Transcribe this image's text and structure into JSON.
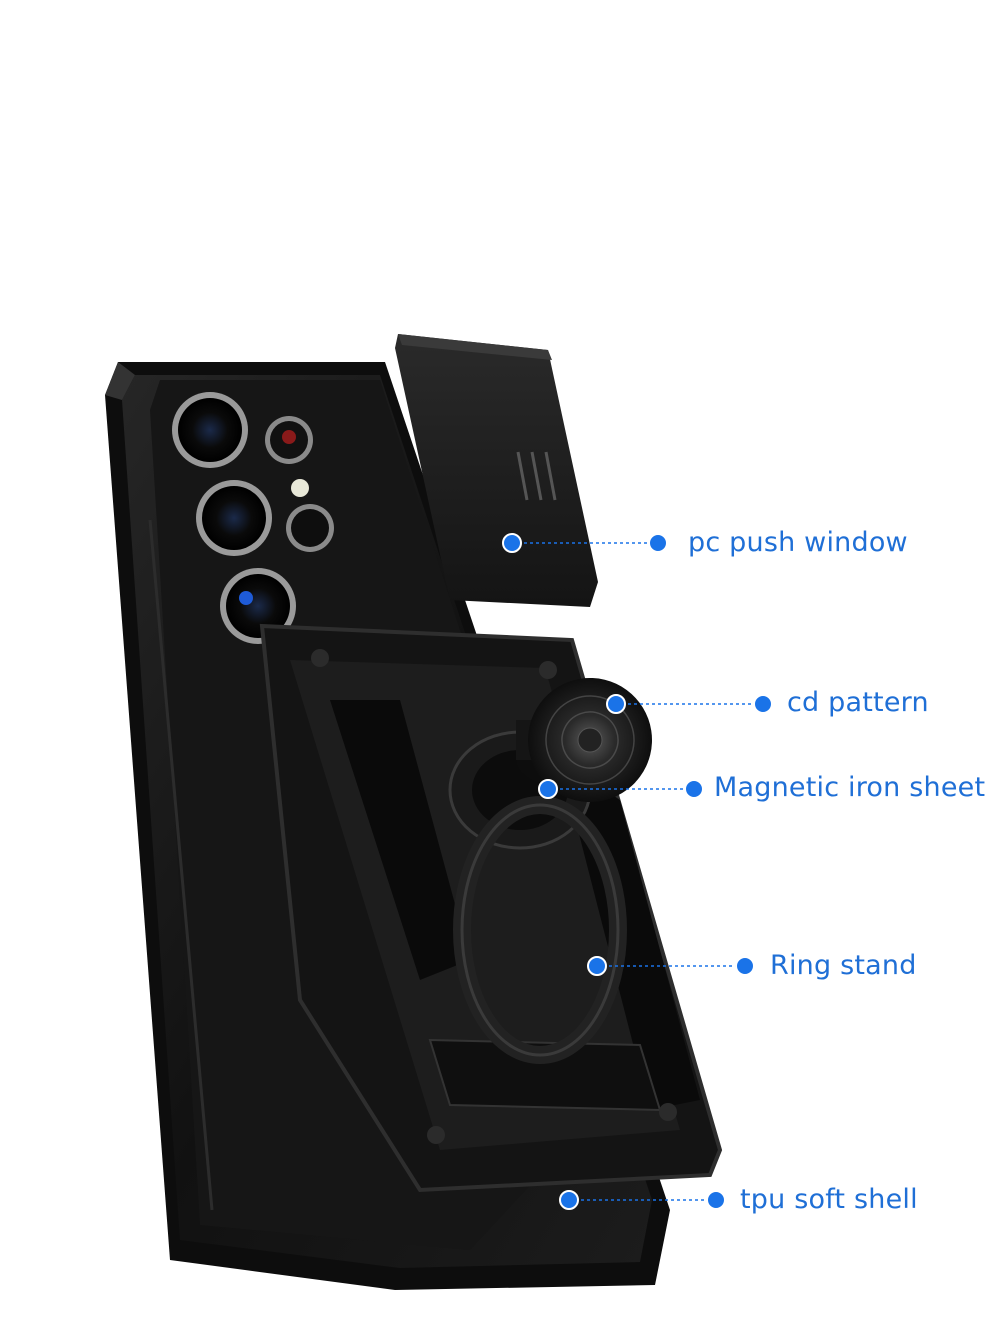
{
  "callouts": [
    {
      "key": "pc_push_window",
      "label": "pc push window"
    },
    {
      "key": "cd_pattern",
      "label": "cd pattern"
    },
    {
      "key": "magnetic_iron_sheet",
      "label": "Magnetic iron sheet"
    },
    {
      "key": "ring_stand",
      "label": "Ring stand"
    },
    {
      "key": "tpu_soft_shell",
      "label": "tpu soft shell"
    }
  ],
  "colors": {
    "accent": "#1f6fd6",
    "dot": "#1a73e8",
    "case": "#121212",
    "background": "#ffffff"
  }
}
